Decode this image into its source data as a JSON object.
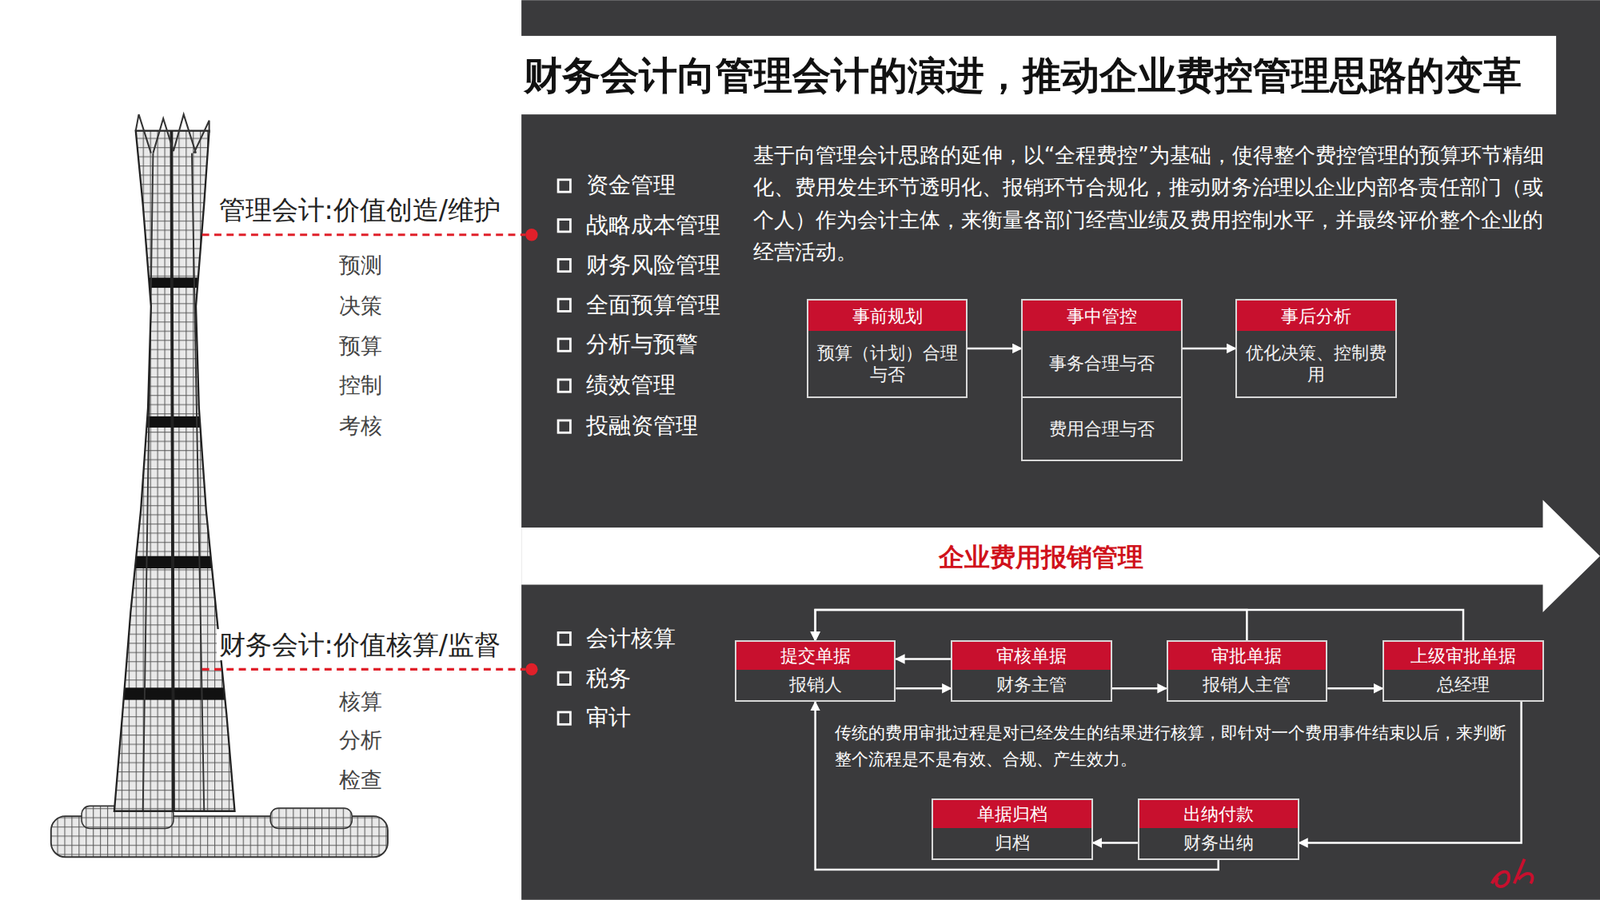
{
  "diagram": {
    "title": "财务会计向管理会计的演进，推动企业费控管理思路的变革",
    "nodes": [
      {
        "text": [
          "事前规划",
          "预算（计划）合理与否"
        ]
      },
      {
        "text": [
          "事中管控",
          "事务合理与否"
        ]
      },
      {
        "text": [
          "费用合理与否"
        ]
      },
      {
        "text": [
          "事后分析",
          "优化决策、控制费用"
        ]
      },
      {
        "text": [
          "提交单据",
          "报销人"
        ]
      },
      {
        "text": [
          "审核单据",
          "财务主管"
        ]
      },
      {
        "text": [
          "审批单据",
          "报销人主管"
        ]
      },
      {
        "text": [
          "上级审批单据",
          "总经理"
        ]
      },
      {
        "text": [
          "单据归档",
          "归档"
        ]
      },
      {
        "text": [
          "出纳付款",
          "财务出纳"
        ]
      }
    ],
    "edges": [
      {
        "from": 0,
        "to": 1,
        "arrow": "to"
      },
      {
        "from": 1,
        "to": 3,
        "arrow": "to"
      },
      {
        "from": 4,
        "to": 5,
        "arrow": "to"
      },
      {
        "from": 5,
        "to": 4,
        "arrow": "to"
      },
      {
        "from": 5,
        "to": 6,
        "arrow": "to"
      },
      {
        "from": 6,
        "to": 7,
        "arrow": "to"
      },
      {
        "from": 6,
        "to": 4,
        "arrow": "to"
      },
      {
        "from": 7,
        "to": 4,
        "arrow": "to"
      },
      {
        "from": 7,
        "to": 9,
        "arrow": "to"
      },
      {
        "from": 9,
        "to": 8,
        "arrow": "to"
      },
      {
        "from": 9,
        "to": 4,
        "arrow": "to"
      }
    ],
    "labels": [
      "管理会计:价值创造/维护",
      "预测",
      "决策",
      "预算",
      "控制",
      "考核",
      "资金管理",
      "战略成本管理",
      "财务风险管理",
      "全面预算管理",
      "分析与预警",
      "绩效管理",
      "投融资管理",
      "基于向管理会计思路的延伸，以“全程费控”为基础，使得整个费控管理的预算环节精细化、费用发生环节透明化、报销环节合规化，推动财务治理以企业内部各责任部门（或个人）作为会计主体，来衡量各部门经营业绩及费用控制水平，并最终评价整个企业的经营活动。",
      "企业费用报销管理",
      "财务会计:价值核算/监督",
      "核算",
      "分析",
      "检查",
      "会计核算",
      "税务",
      "审计",
      "传统的费用审批过程是对已经发生的结果进行核算，即针对一个费用事件结束以后，来判断整个流程是不是有效、合规、产生效力。"
    ]
  }
}
